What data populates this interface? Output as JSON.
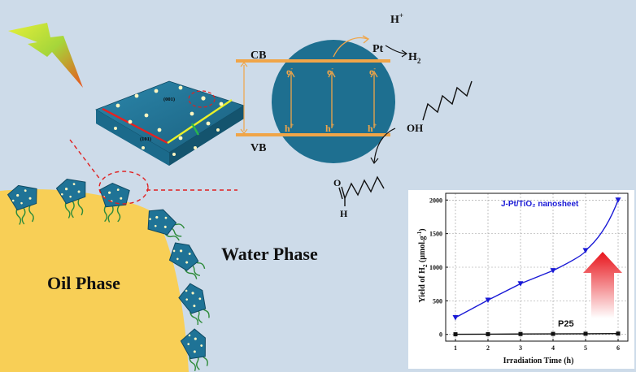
{
  "scene": {
    "oil_phase_label": "Oil Phase",
    "water_phase_label": "Water Phase",
    "facet_top": "(001)",
    "facet_side": "(101)"
  },
  "band_diagram": {
    "cb_label": "CB",
    "vb_label": "VB",
    "cocatalyst_label": "Pt",
    "electron": "e",
    "electron_sup": "-",
    "hole": "h",
    "hole_sup": "+",
    "proton": "H",
    "proton_sup": "+",
    "hydrogen": "H",
    "hydrogen_sub": "2",
    "alcohol_group": "OH",
    "aldehyde_o": "O",
    "aldehyde_h": "H"
  },
  "colors": {
    "background": "#cddbe9",
    "oil": "#f8cf56",
    "nanosheet": "#1e6f90",
    "band": "#f0a548",
    "series_jpt": "#1a1ad6",
    "series_p25": "#111111"
  },
  "chart_data": {
    "type": "line",
    "xlabel": "Irradiation Time (h)",
    "ylabel_parts": [
      "Yield of H",
      "2",
      " (μmol.g",
      "-1",
      ")"
    ],
    "xlim": [
      0.7,
      6.3
    ],
    "ylim": [
      -100,
      2100
    ],
    "xticks": [
      1,
      2,
      3,
      4,
      5,
      6
    ],
    "yticks": [
      0,
      500,
      1000,
      1500,
      2000
    ],
    "grid": true,
    "series": [
      {
        "name": "J-Pt/TiO₂ nanosheet",
        "marker": "triangle-down",
        "color": "#1a1ad6",
        "x": [
          1,
          2,
          3,
          4,
          5,
          6
        ],
        "y": [
          250,
          510,
          755,
          950,
          1250,
          2000
        ]
      },
      {
        "name": "P25",
        "marker": "square",
        "color": "#111111",
        "x": [
          1,
          2,
          3,
          4,
          5,
          6
        ],
        "y": [
          2,
          4,
          6,
          8,
          10,
          12
        ]
      }
    ]
  }
}
